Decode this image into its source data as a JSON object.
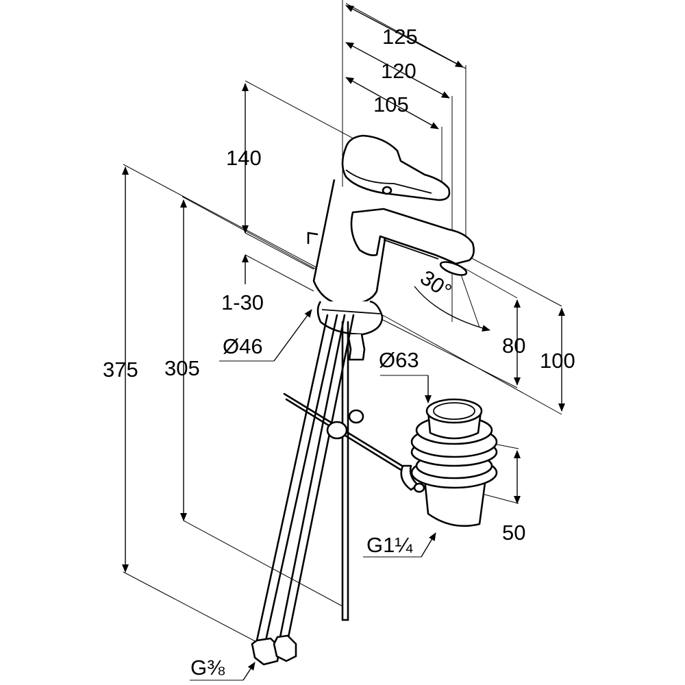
{
  "dimensions": {
    "spout_reach_125": "125",
    "spout_reach_120": "120",
    "spout_reach_105": "105",
    "body_height_140": "140",
    "deck_thickness": "1-30",
    "base_diameter": "Ø46",
    "total_height_375": "375",
    "hose_length_305": "305",
    "swivel_angle": "30°",
    "spout_height_80": "80",
    "spout_height_100": "100",
    "waste_diameter": "Ø63",
    "waste_height": "50",
    "waste_thread": "G1¼",
    "hose_thread": "G⅜"
  }
}
